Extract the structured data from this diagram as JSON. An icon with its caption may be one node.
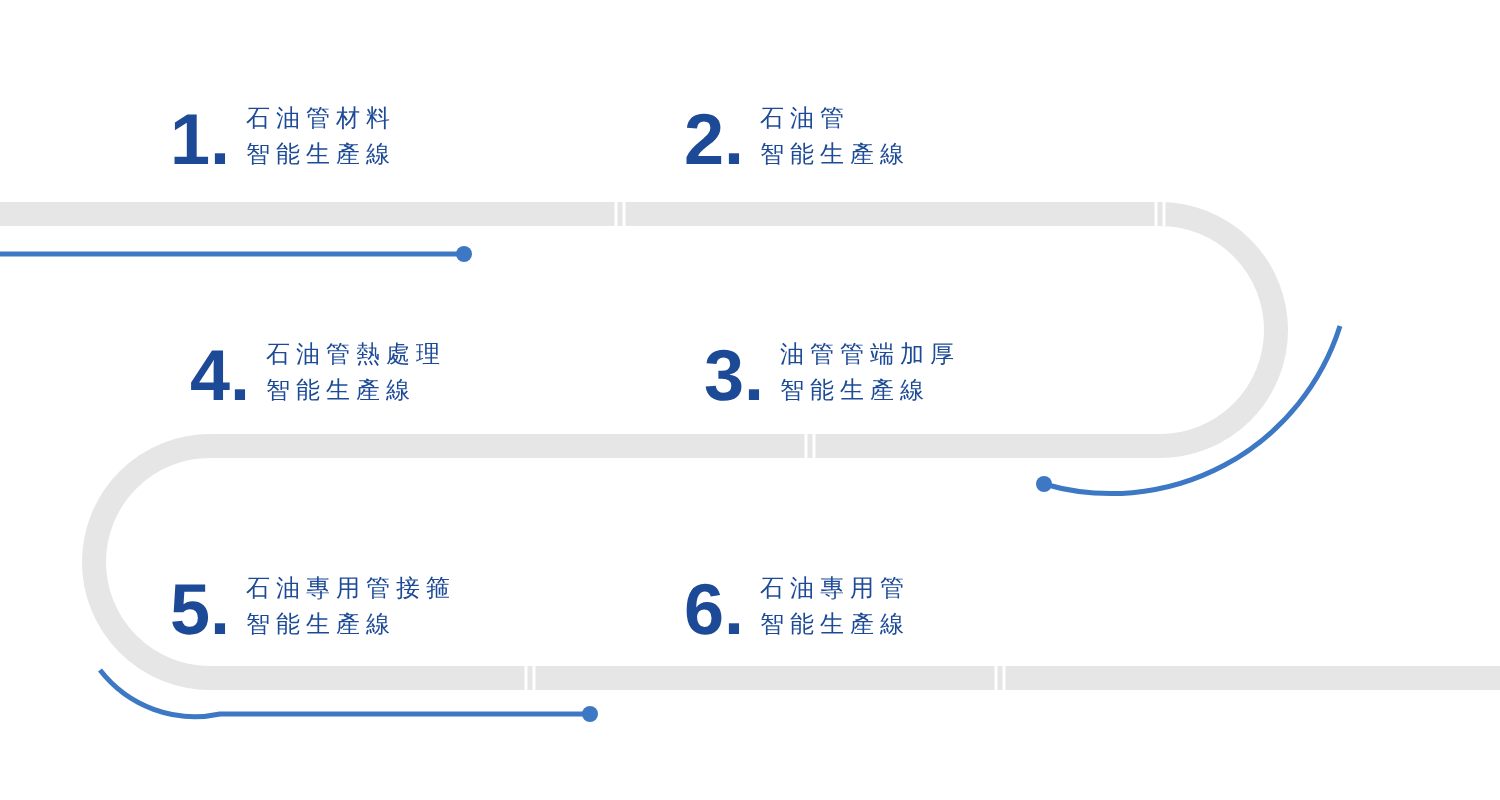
{
  "diagram": {
    "labels": [
      "1.",
      "石油管材料",
      "智能生產線",
      "2.",
      "石油管",
      "智能生產線",
      "4.",
      "石油管熱處理",
      "智能生產線",
      "3.",
      "油管管端加厚",
      "智能生產線",
      "5.",
      "石油專用管接箍",
      "智能生產線",
      "6.",
      "石油專用管",
      "智能生產線"
    ]
  }
}
